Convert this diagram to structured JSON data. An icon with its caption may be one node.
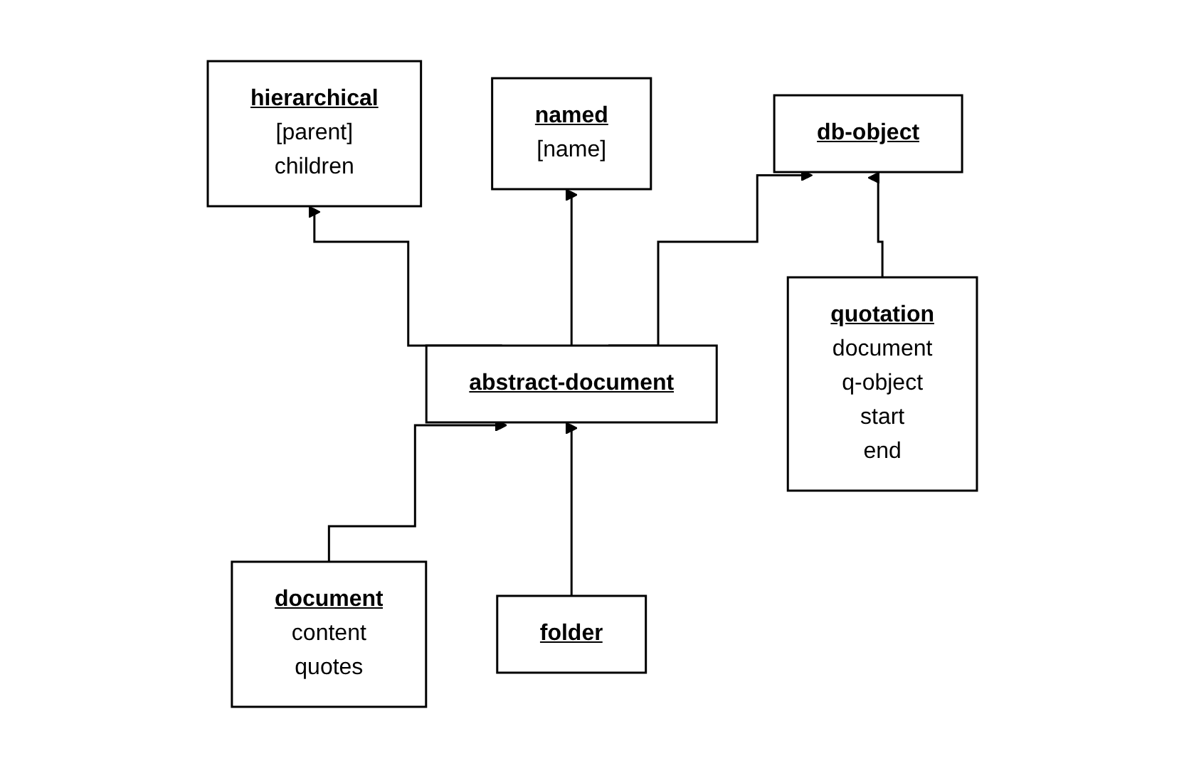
{
  "diagram": {
    "nodes": [
      {
        "text": [
          "hierarchical",
          "[parent]",
          "children"
        ]
      },
      {
        "text": [
          "named",
          "[name]"
        ]
      },
      {
        "text": [
          "db-object"
        ]
      },
      {
        "text": [
          "abstract-document"
        ]
      },
      {
        "text": [
          "quotation",
          "document",
          "q-object",
          "start",
          "end"
        ]
      },
      {
        "text": [
          "document",
          "content",
          "quotes"
        ]
      },
      {
        "text": [
          "folder"
        ]
      }
    ],
    "edges": [
      {
        "from": 3,
        "to": 0,
        "arrow": "to"
      },
      {
        "from": 3,
        "to": 1,
        "arrow": "to"
      },
      {
        "from": 3,
        "to": 2,
        "arrow": "to"
      },
      {
        "from": 4,
        "to": 2,
        "arrow": "to"
      },
      {
        "from": 5,
        "to": 3,
        "arrow": "to"
      },
      {
        "from": 6,
        "to": 3,
        "arrow": "to"
      }
    ]
  }
}
